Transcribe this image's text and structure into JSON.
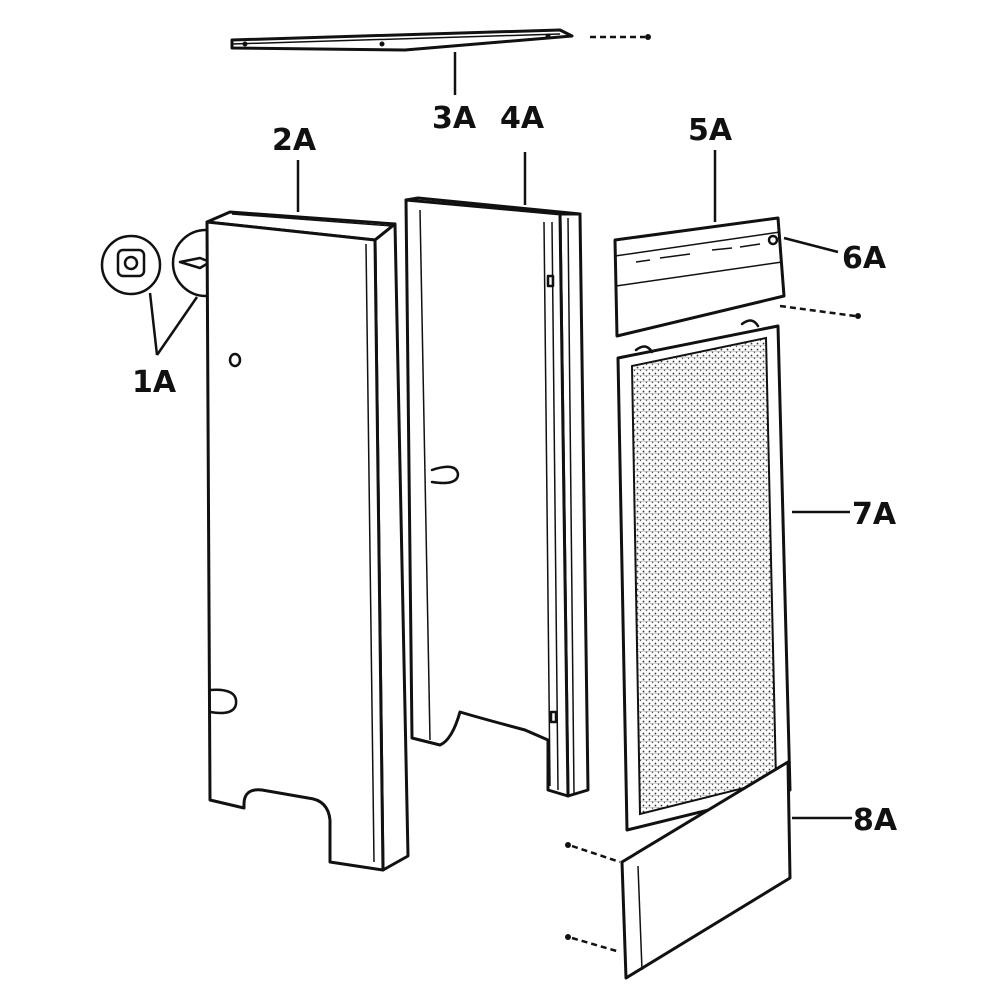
{
  "labels": {
    "1A": "1A",
    "2A": "2A",
    "3A": "3A",
    "4A": "4A",
    "5A": "5A",
    "6A": "6A",
    "7A": "7A",
    "8A": "8A"
  }
}
